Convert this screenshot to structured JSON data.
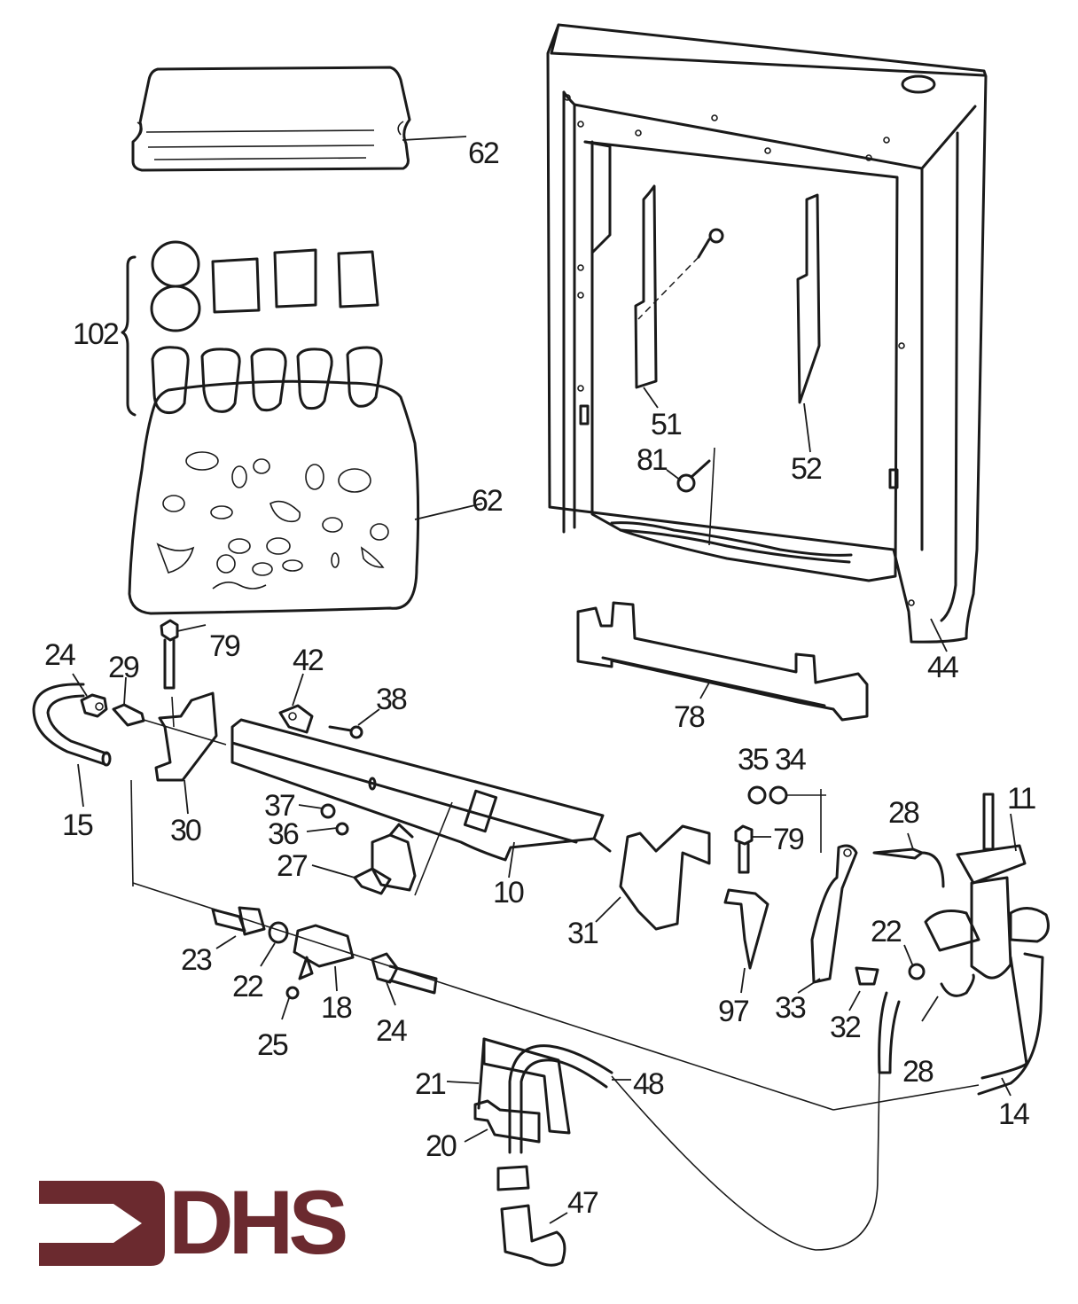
{
  "diagram": {
    "type": "exploded parts diagram",
    "subject": "gas fireplace burner assembly"
  },
  "brand": {
    "name": "DHS",
    "color": "#6b2a2f",
    "logo_icon": "arrow-bracket-icon"
  },
  "labels": {
    "p62_top": "62",
    "p102": "102",
    "p62_bottom": "62",
    "p51": "51",
    "p52": "52",
    "p81": "81",
    "p44": "44",
    "p78": "78",
    "p24_left": "24",
    "p29": "29",
    "p79_left": "79",
    "p42": "42",
    "p38": "38",
    "p15": "15",
    "p30": "30",
    "p37": "37",
    "p36": "36",
    "p27": "27",
    "p10": "10",
    "p35": "35",
    "p34": "34",
    "p28_top": "28",
    "p11": "11",
    "p79_right": "79",
    "p31": "31",
    "p97": "97",
    "p33": "33",
    "p22_right": "22",
    "p32": "32",
    "p28_bottom": "28",
    "p14": "14",
    "p23": "23",
    "p22_left": "22",
    "p18": "18",
    "p25": "25",
    "p24_bottom": "24",
    "p21": "21",
    "p48": "48",
    "p20": "20",
    "p47": "47"
  }
}
